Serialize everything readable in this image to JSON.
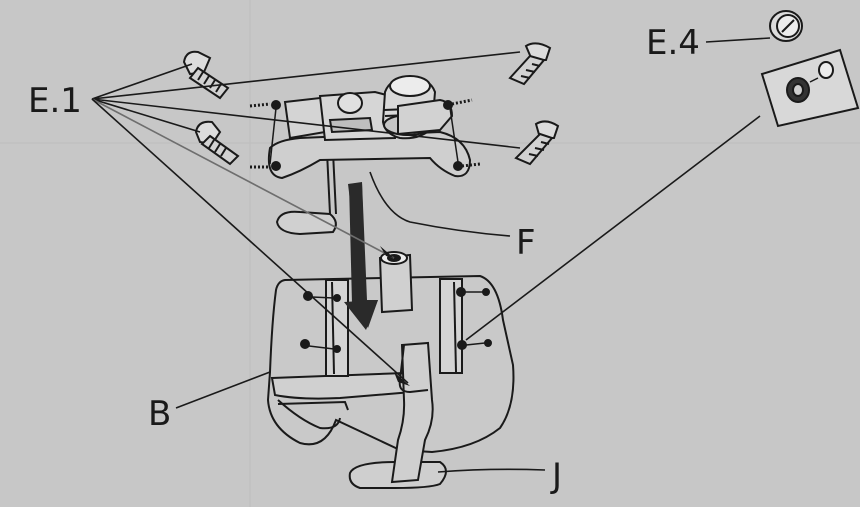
{
  "labels": {
    "e1": "E.1",
    "e4": "E.4",
    "f": "F",
    "b": "B",
    "j": "J"
  },
  "colors": {
    "background": "#c7c7c7",
    "line": "#1a1a1a",
    "part_fill": "#c9c9c9"
  }
}
